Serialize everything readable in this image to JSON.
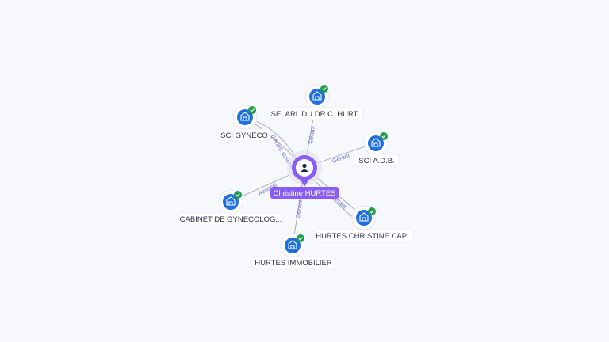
{
  "graph": {
    "center": {
      "label": "Christine HURTES",
      "icon": "person-icon",
      "color": "#8a5cf6"
    },
    "companies": [
      {
        "id": "selarl",
        "label": "SELARL DU DR C. HURT...",
        "icon": "company-building-icon",
        "status": "verified-check-icon"
      },
      {
        "id": "sci-gyneco",
        "label": "SCI GYNECO",
        "icon": "company-building-icon",
        "status": "verified-check-icon"
      },
      {
        "id": "sci-adb",
        "label": "SCI A.D.B.",
        "icon": "company-building-icon",
        "status": "verified-check-icon"
      },
      {
        "id": "cabinet",
        "label": "CABINET DE GYNECOLOG...",
        "icon": "company-building-icon",
        "status": "verified-check-icon"
      },
      {
        "id": "hurtes-cap",
        "label": "HURTES CHRISTINE CAP...",
        "icon": "company-building-icon",
        "status": "verified-check-icon"
      },
      {
        "id": "hurtes-immo",
        "label": "HURTES IMMOBILIER",
        "icon": "company-building-icon",
        "status": "verified-check-icon"
      }
    ],
    "edges": [
      {
        "to": "selarl",
        "label": "Gérant"
      },
      {
        "to": "sci-gyneco",
        "label": "Gérant associé"
      },
      {
        "to": "sci-adb",
        "label": "Gérant"
      },
      {
        "to": "cabinet",
        "label": "Associé"
      },
      {
        "to": "hurtes-cap",
        "label": "Gérant"
      },
      {
        "to": "hurtes-immo",
        "label": "Gérant"
      }
    ],
    "colors": {
      "company_node": "#1f6fe0",
      "verified_badge": "#1e9e4a",
      "edge_label": "#6d6fd6"
    }
  }
}
